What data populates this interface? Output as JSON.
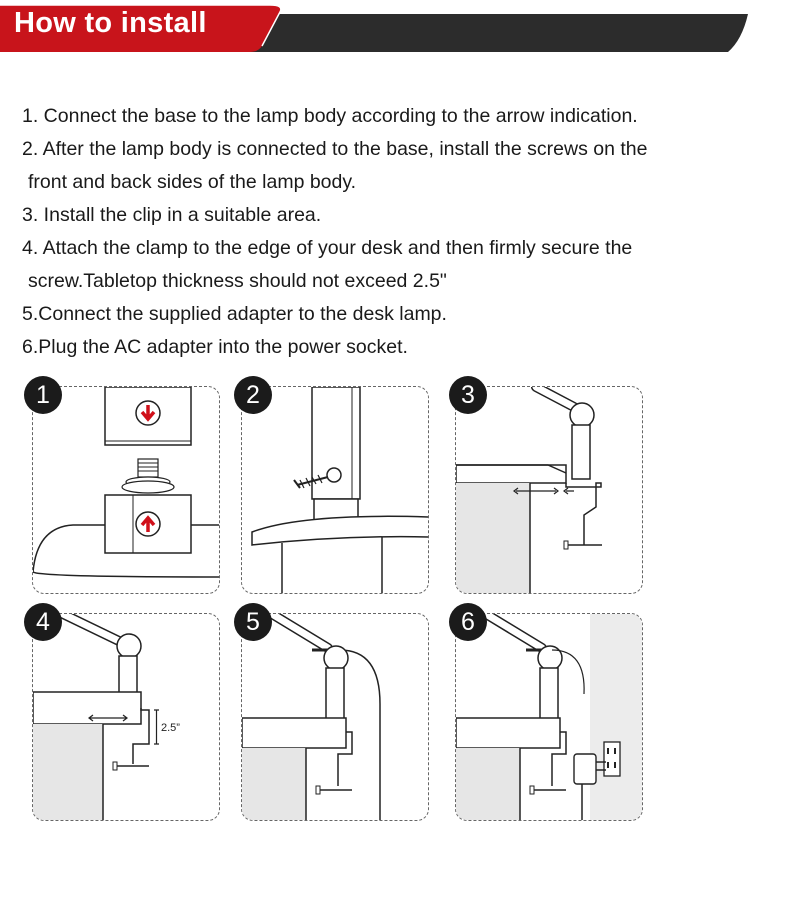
{
  "header": {
    "title": "How to install",
    "colors": {
      "accent_red": "#c8141b",
      "dark_bar": "#2c2c2c"
    }
  },
  "steps": [
    "1. Connect the base to the lamp body according to the arrow indication.",
    "2. After the lamp body is connected to the base, install the screws on the",
    "front and back sides of the lamp body.",
    "3. Install the clip in a suitable area.",
    "4. Attach the clamp to the edge of your desk and then firmly secure the",
    "screw.Tabletop thickness should not exceed 2.5\"",
    "5.Connect the supplied adapter to the desk lamp.",
    "6.Plug the AC adapter into the power socket."
  ],
  "panels": [
    {
      "number": "1"
    },
    {
      "number": "2"
    },
    {
      "number": "3"
    },
    {
      "number": "4",
      "thickness_label": "2.5”"
    },
    {
      "number": "5"
    },
    {
      "number": "6"
    }
  ]
}
